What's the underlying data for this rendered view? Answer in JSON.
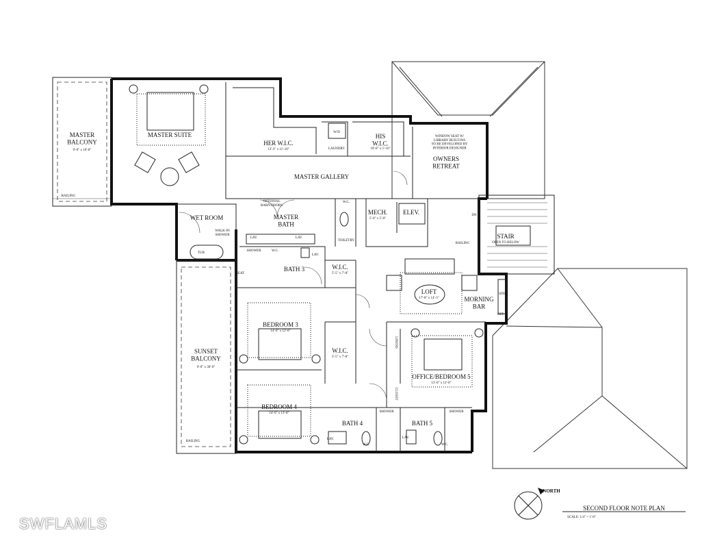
{
  "rooms": {
    "master_balcony": {
      "name": "MASTER\nBALCONY",
      "size": "9'-0\" x 10'-8\""
    },
    "master_suite": {
      "name": "MASTER SUITE"
    },
    "her_wic": {
      "name": "HER W.I.C.",
      "size": "13'-3\" x 11'-10\""
    },
    "wd": {
      "name": "W/D"
    },
    "laundry": {
      "name": "LAUNDRY"
    },
    "his_wic": {
      "name": "HIS\nW.I.C.",
      "size": "10'-0\" x 5'-10\""
    },
    "window_seat_note": {
      "text": "WINDOW SEAT W/\nLIBRARY BUILT-INS\nTO BE DEVELOPED BY\nINTERIOR DESIGNER"
    },
    "owners_retreat": {
      "name": "OWNERS\nRETREAT"
    },
    "master_gallery": {
      "name": "MASTER GALLERY"
    },
    "optional_barn_doors": {
      "text": "OPTIONAL\nBARN DOORS"
    },
    "wc_master": {
      "name": "W.C."
    },
    "mech": {
      "name": "MECH.",
      "size": "5'-0\" x 5'-0\""
    },
    "elev": {
      "name": "ELEV."
    },
    "dn": {
      "text": "DN"
    },
    "wet_room": {
      "name": "WET ROOM"
    },
    "walk_in_shower": {
      "text": "WALK-IN\nSHOWER"
    },
    "master_bath": {
      "name": "MASTER\nBATH"
    },
    "stair": {
      "name": "STAIR",
      "note": "OPEN TO BELOW"
    },
    "railing_stair": {
      "text": "RAILING"
    },
    "lav1": {
      "text": "LAV."
    },
    "lav2": {
      "text": "LAV."
    },
    "toiletry": {
      "text": "TOILETRY"
    },
    "tub": {
      "text": "TUB"
    },
    "shower3": {
      "text": "SHOWER"
    },
    "wc3": {
      "text": "W.C."
    },
    "lav3": {
      "text": "LAV."
    },
    "bath3": {
      "name": "BATH 3"
    },
    "seat": {
      "text": "SEAT"
    },
    "wic_upper": {
      "name": "W.I.C.",
      "size": "5'-5\" x 7'-8\""
    },
    "loft": {
      "name": "LOFT",
      "size": "17'-8\" x 14'-3\""
    },
    "morning_bar": {
      "name": "MORNING\nBAR"
    },
    "sink": {
      "text": "SINK"
    },
    "ref": {
      "text": "REF."
    },
    "bedroom3": {
      "name": "BEDROOM 3",
      "size": "14'-0\" x 12'-8\""
    },
    "linens": {
      "text": "LINENS"
    },
    "sunset_balcony": {
      "name": "SUNSET\nBALCONY",
      "size": "9'-0\" x 30'-0\""
    },
    "wic_lower": {
      "name": "W.I.C.",
      "size": "5'-5\" x 7'-8\""
    },
    "office_bedroom5": {
      "name": "OFFICE/BEDROOM 5",
      "size": "13'-0\" x 12'-8\""
    },
    "closet": {
      "text": "CLOSET"
    },
    "bedroom4": {
      "name": "BEDROOM 4",
      "size": "14'-0\" x 13'-8\""
    },
    "bath4": {
      "name": "BATH 4"
    },
    "shower4": {
      "text": "SHOWER"
    },
    "lav4": {
      "text": "LAV."
    },
    "wc4": {
      "text": "W.C."
    },
    "bath5": {
      "name": "BATH 5"
    },
    "shower5": {
      "text": "SHOWER"
    },
    "lav5": {
      "text": "LAV."
    },
    "wc5": {
      "text": "W.C."
    },
    "railing_master": {
      "text": "RAILING"
    },
    "railing_sunset": {
      "text": "RAILING"
    }
  },
  "legend": {
    "north": "NORTH",
    "title": "SECOND FLOOR NOTE PLAN",
    "scale": "SCALE: 1/4\" = 1'-0\""
  },
  "watermark": "SWFLAMLS"
}
